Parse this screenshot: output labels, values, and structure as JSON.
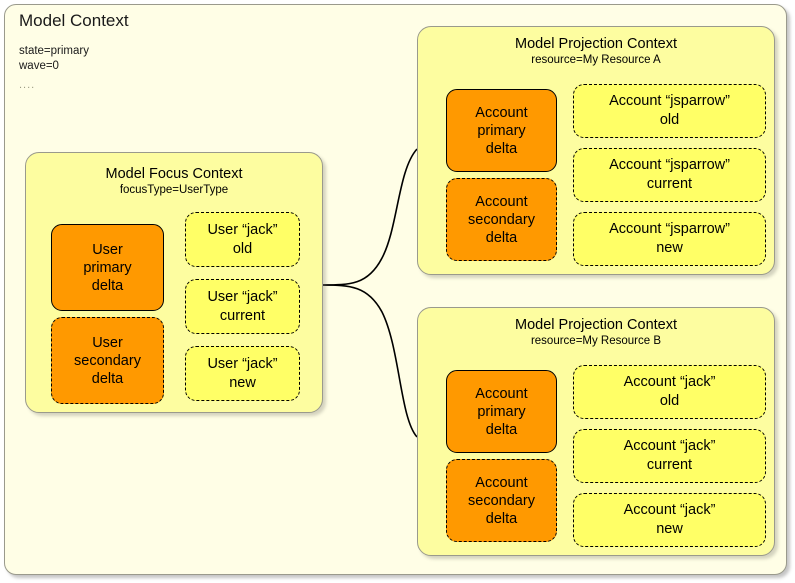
{
  "model_context": {
    "title": "Model Context",
    "properties": "state=primary\nwave=0",
    "ellipsis": "...."
  },
  "focus_context": {
    "title": "Model Focus Context",
    "subtitle": "focusType=UserType",
    "deltas": [
      {
        "label": "User\nprimary\ndelta",
        "border": "solid"
      },
      {
        "label": "User\nsecondary\ndelta",
        "border": "dashed"
      }
    ],
    "objects": [
      {
        "label": "User “jack”\nold"
      },
      {
        "label": "User “jack”\ncurrent"
      },
      {
        "label": "User “jack”\nnew"
      }
    ]
  },
  "projection_contexts": [
    {
      "title": "Model Projection Context",
      "subtitle": "resource=My Resource A",
      "deltas": [
        {
          "label": "Account\nprimary\ndelta",
          "border": "solid"
        },
        {
          "label": "Account\nsecondary\ndelta",
          "border": "dashed"
        }
      ],
      "objects": [
        {
          "label": "Account “jsparrow”\nold"
        },
        {
          "label": "Account “jsparrow”\ncurrent"
        },
        {
          "label": "Account “jsparrow”\nnew"
        }
      ]
    },
    {
      "title": "Model Projection Context",
      "subtitle": "resource=My Resource B",
      "deltas": [
        {
          "label": "Account\nprimary\ndelta",
          "border": "solid"
        },
        {
          "label": "Account\nsecondary\ndelta",
          "border": "dashed"
        }
      ],
      "objects": [
        {
          "label": "Account “jack”\nold"
        },
        {
          "label": "Account “jack”\ncurrent"
        },
        {
          "label": "Account “jack”\nnew"
        }
      ]
    }
  ],
  "colors": {
    "page_background": "#ffffff",
    "model_context_fill": "#fffee6",
    "context_fill": "#fdfda0",
    "delta_fill": "#ff9900",
    "object_fill": "#ffff66",
    "container_border": "#9a9a8c",
    "node_border": "#000000",
    "connector": "#000000"
  }
}
